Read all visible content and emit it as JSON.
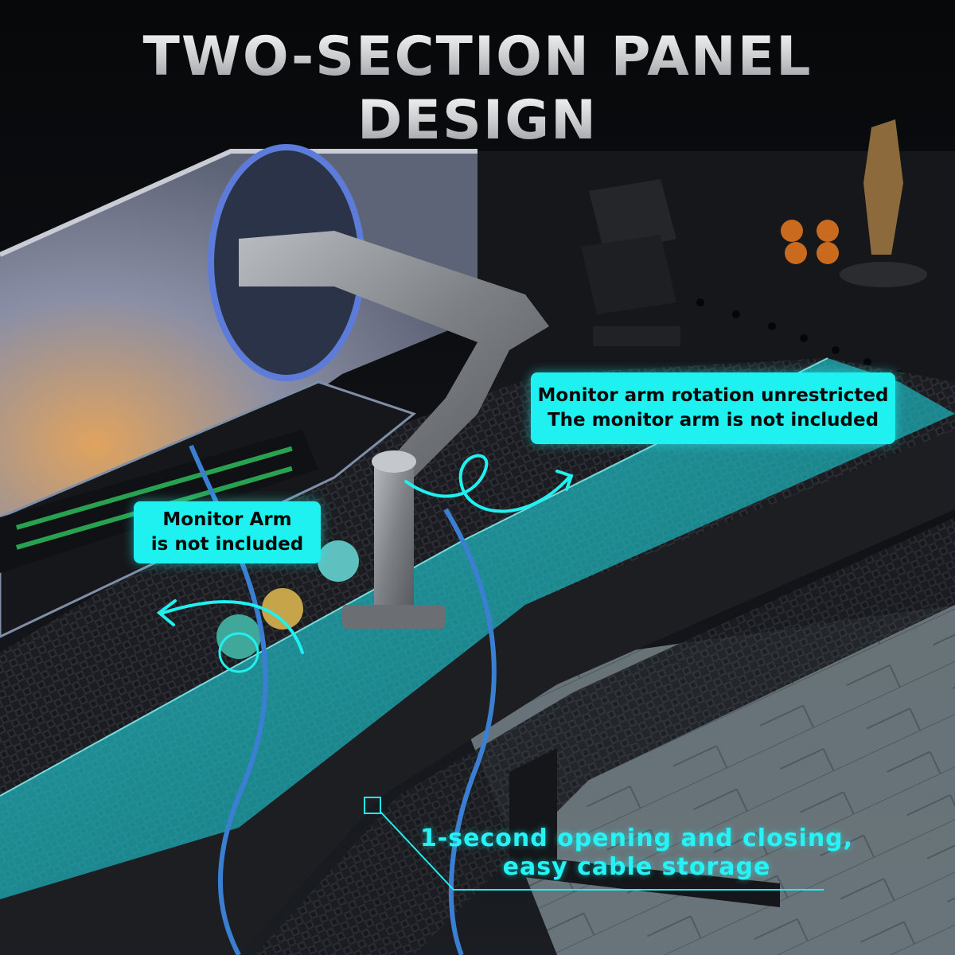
{
  "headline": {
    "line1": "TWO-SECTION PANEL",
    "line2": "DESIGN"
  },
  "callouts": {
    "rotation": {
      "line1": "Monitor arm rotation unrestricted",
      "line2": "The monitor arm is not included"
    },
    "arm": {
      "line1": "Monitor Arm",
      "line2": "is not included"
    }
  },
  "storage": {
    "line1": "1-second opening and closing,",
    "line2": "easy cable storage"
  },
  "colors": {
    "accent_cyan": "#1ff0f0",
    "background": "#0b0d10",
    "carbon_dark": "#1a1c20"
  }
}
